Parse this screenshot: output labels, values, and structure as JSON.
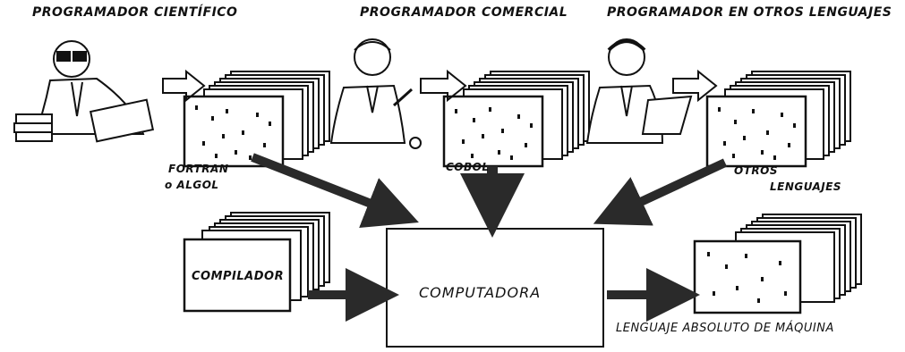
{
  "headers": {
    "scientific": "PROGRAMADOR CIENTÍFICO",
    "commercial": "PROGRAMADOR COMERCIAL",
    "other": "PROGRAMADOR EN OTROS LENGUAJES"
  },
  "languages": {
    "fortran_line1": "FORTRAN",
    "fortran_line2": "o ALGOL",
    "cobol": "COBOL",
    "other_line1": "OTROS",
    "other_line2": "LENGUAJES"
  },
  "compiler": "COMPILADOR",
  "computer": "COMPUTADORA",
  "output": "LENGUAJE ABSOLUTO DE MÁQUINA",
  "colors": {
    "ink": "#111111",
    "arrow_dark": "#2a2a2a",
    "paper": "#ffffff"
  },
  "icons": [
    "scientist-figure",
    "commercial-figure",
    "other-figure",
    "punch-card-deck"
  ]
}
